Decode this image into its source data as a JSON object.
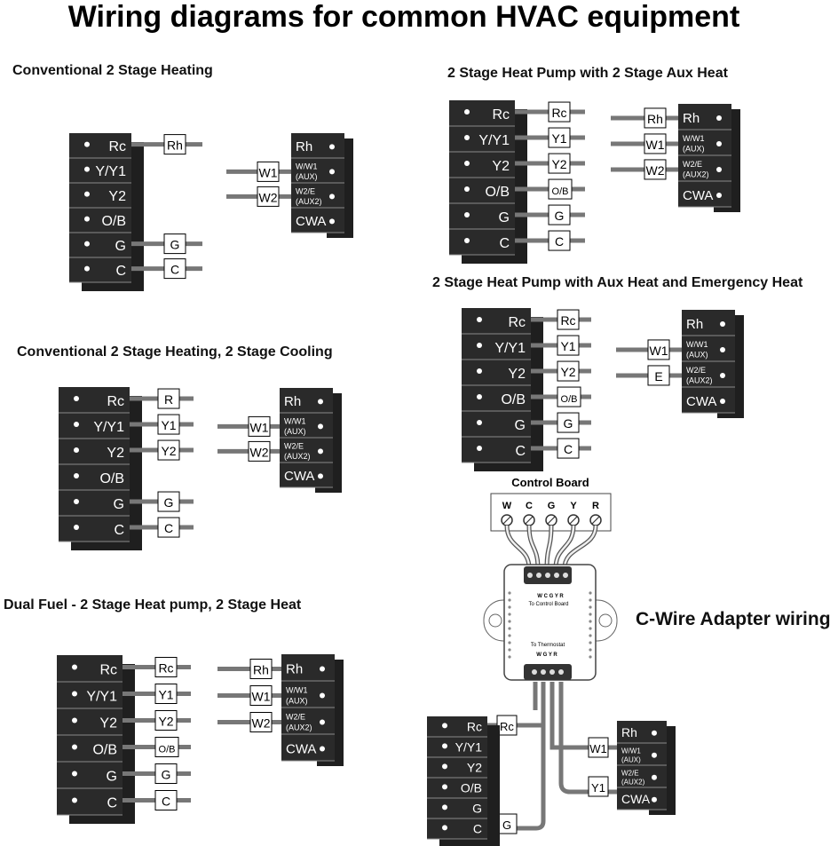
{
  "title": "Wiring diagrams for common HVAC equipment",
  "sections": [
    {
      "id": "s1",
      "heading": "Conventional 2 Stage Heating",
      "left_terminals": [
        "Rc",
        "Y/Y1",
        "Y2",
        "O/B",
        "G",
        "C"
      ],
      "right_terminals": [
        "Rh",
        "W/W1 (AUX)",
        "W2/E (AUX2)",
        "CWA"
      ],
      "wires": [
        {
          "label": "Rh",
          "from": "Rc"
        },
        {
          "label": "G",
          "from": "G"
        },
        {
          "label": "C",
          "from": "C"
        },
        {
          "label": "W1",
          "to": "W/W1 (AUX)"
        },
        {
          "label": "W2",
          "to": "W2/E (AUX2)"
        }
      ]
    },
    {
      "id": "s2",
      "heading": "Conventional 2 Stage Heating, 2 Stage Cooling",
      "left_terminals": [
        "Rc",
        "Y/Y1",
        "Y2",
        "O/B",
        "G",
        "C"
      ],
      "right_terminals": [
        "Rh",
        "W/W1 (AUX)",
        "W2/E (AUX2)",
        "CWA"
      ],
      "wires": [
        {
          "label": "R",
          "from": "Rc"
        },
        {
          "label": "Y1",
          "from": "Y/Y1"
        },
        {
          "label": "Y2",
          "from": "Y2"
        },
        {
          "label": "G",
          "from": "G"
        },
        {
          "label": "C",
          "from": "C"
        },
        {
          "label": "W1",
          "to": "W/W1 (AUX)"
        },
        {
          "label": "W2",
          "to": "W2/E (AUX2)"
        }
      ]
    },
    {
      "id": "s3",
      "heading": "Dual Fuel - 2 Stage Heat pump, 2 Stage Heat",
      "left_terminals": [
        "Rc",
        "Y/Y1",
        "Y2",
        "O/B",
        "G",
        "C"
      ],
      "right_terminals": [
        "Rh",
        "W/W1 (AUX)",
        "W2/E (AUX2)",
        "CWA"
      ],
      "wires": [
        {
          "label": "Rc",
          "from": "Rc"
        },
        {
          "label": "Y1",
          "from": "Y/Y1"
        },
        {
          "label": "Y2",
          "from": "Y2"
        },
        {
          "label": "O/B",
          "from": "O/B"
        },
        {
          "label": "G",
          "from": "G"
        },
        {
          "label": "C",
          "from": "C"
        },
        {
          "label": "Rh",
          "to": "Rh"
        },
        {
          "label": "W1",
          "to": "W/W1 (AUX)"
        },
        {
          "label": "W2",
          "to": "W2/E (AUX2)"
        }
      ]
    },
    {
      "id": "s4",
      "heading": "2 Stage Heat Pump with 2 Stage Aux Heat",
      "left_terminals": [
        "Rc",
        "Y/Y1",
        "Y2",
        "O/B",
        "G",
        "C"
      ],
      "right_terminals": [
        "Rh",
        "W/W1 (AUX)",
        "W2/E (AUX2)",
        "CWA"
      ],
      "wires": [
        {
          "label": "Rc",
          "from": "Rc"
        },
        {
          "label": "Y1",
          "from": "Y/Y1"
        },
        {
          "label": "Y2",
          "from": "Y2"
        },
        {
          "label": "O/B",
          "from": "O/B"
        },
        {
          "label": "G",
          "from": "G"
        },
        {
          "label": "C",
          "from": "C"
        },
        {
          "label": "Rh",
          "to": "Rh"
        },
        {
          "label": "W1",
          "to": "W/W1 (AUX)"
        },
        {
          "label": "W2",
          "to": "W2/E (AUX2)"
        }
      ]
    },
    {
      "id": "s5",
      "heading": "2 Stage Heat Pump with Aux Heat and Emergency Heat",
      "left_terminals": [
        "Rc",
        "Y/Y1",
        "Y2",
        "O/B",
        "G",
        "C"
      ],
      "right_terminals": [
        "Rh",
        "W/W1 (AUX)",
        "W2/E (AUX2)",
        "CWA"
      ],
      "wires": [
        {
          "label": "Rc",
          "from": "Rc"
        },
        {
          "label": "Y1",
          "from": "Y/Y1"
        },
        {
          "label": "Y2",
          "from": "Y2"
        },
        {
          "label": "O/B",
          "from": "O/B"
        },
        {
          "label": "G",
          "from": "G"
        },
        {
          "label": "C",
          "from": "C"
        },
        {
          "label": "W1",
          "to": "W/W1 (AUX)"
        },
        {
          "label": "E",
          "to": "W2/E (AUX2)"
        }
      ]
    }
  ],
  "cwire": {
    "heading": "C-Wire Adapter wiring",
    "control_board_label": "Control Board",
    "control_board_terminals": [
      "W",
      "C",
      "G",
      "Y",
      "R"
    ],
    "adapter_top_terminals": "W C G Y R",
    "adapter_top_caption": "To Control Board",
    "adapter_bottom_caption": "To Thermostat",
    "adapter_bottom_terminals": "W G Y R",
    "left_terminals": [
      "Rc",
      "Y/Y1",
      "Y2",
      "O/B",
      "G",
      "C"
    ],
    "right_terminals": [
      "Rh",
      "W/W1 (AUX)",
      "W2/E (AUX2)",
      "CWA"
    ],
    "wires": [
      {
        "label": "Rc",
        "from": "Rc"
      },
      {
        "label": "G",
        "from": "C"
      },
      {
        "label": "W1",
        "to": "W/W1 (AUX)"
      },
      {
        "label": "Y1",
        "to": "CWA"
      }
    ]
  }
}
